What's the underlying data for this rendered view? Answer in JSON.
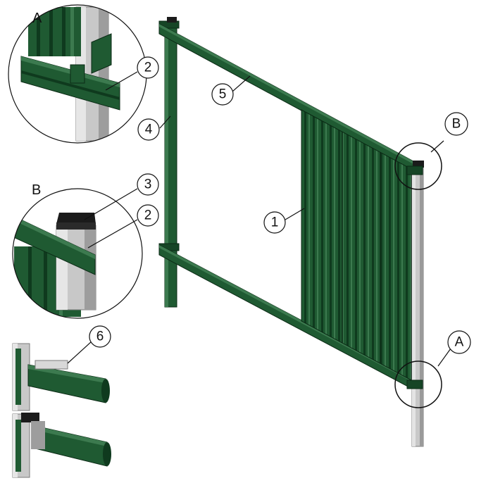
{
  "diagram": {
    "views": {
      "a": "A",
      "b": "B"
    },
    "callouts": [
      {
        "id": "1",
        "text": "1",
        "part": "profiled-sheet"
      },
      {
        "id": "2",
        "text": "2",
        "part": "clamp-bracket"
      },
      {
        "id": "3",
        "text": "3",
        "part": "post-cap"
      },
      {
        "id": "4",
        "text": "4",
        "part": "frame-post"
      },
      {
        "id": "5",
        "text": "5",
        "part": "rail"
      },
      {
        "id": "6",
        "text": "6",
        "part": "rail-bracket"
      }
    ],
    "markers": {
      "a": "A",
      "b": "B"
    },
    "colors": {
      "green": "#1f5a32",
      "green_dark": "#0f3a1e",
      "green_light": "#3c7a4f",
      "steel": "#c8c8c8",
      "steel_dark": "#9a9a9a",
      "cap": "#1b1b1b"
    }
  }
}
